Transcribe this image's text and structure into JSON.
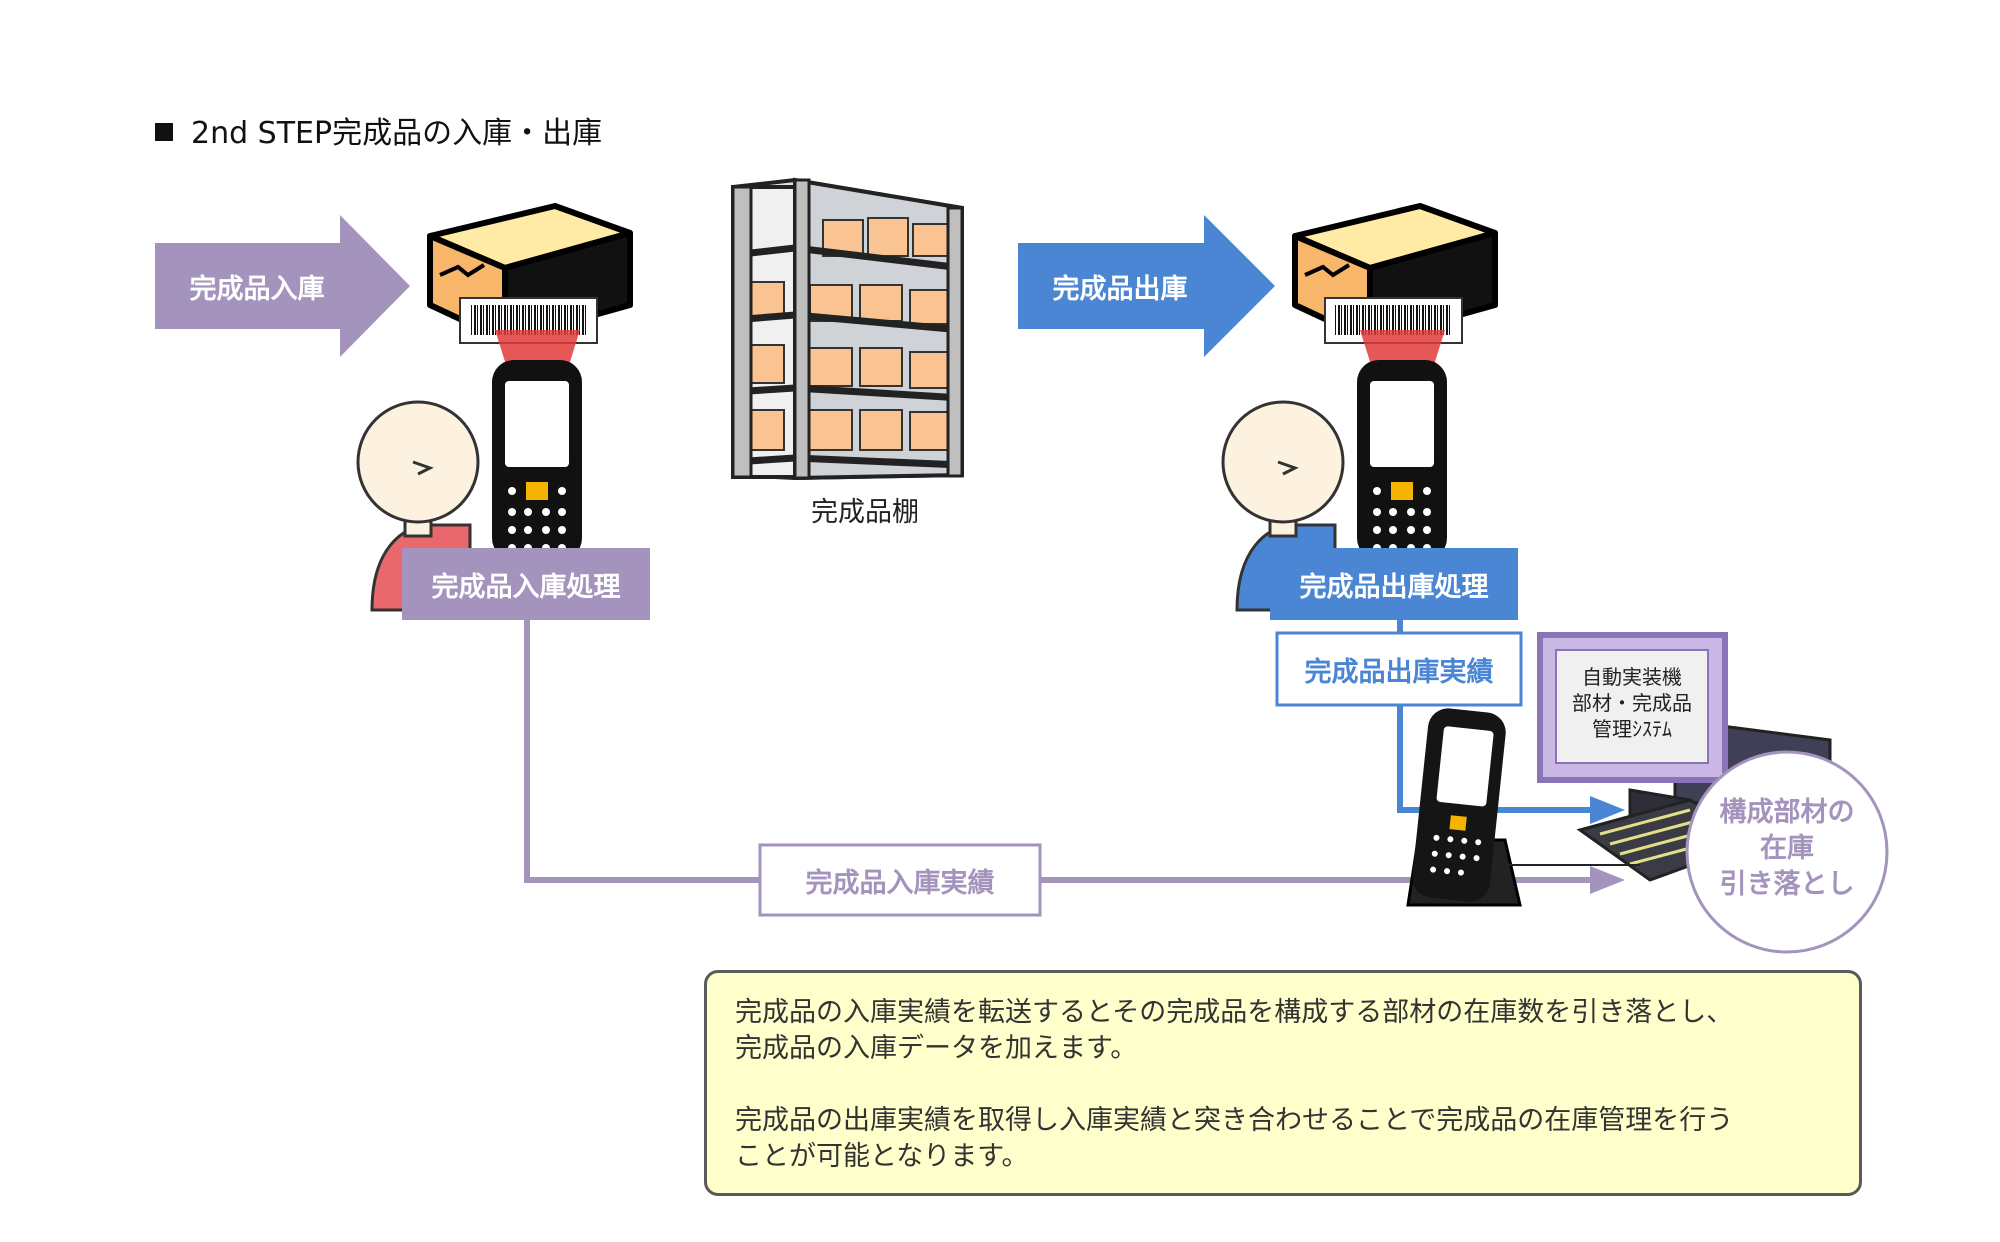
{
  "title": "2nd STEP完成品の入庫・出庫",
  "labels": {
    "receive_arrow": "完成品入庫",
    "ship_arrow": "完成品出庫",
    "shelf": "完成品棚",
    "receive_process": "完成品入庫処理",
    "ship_process": "完成品出庫処理",
    "ship_result": "完成品出庫実績",
    "receive_result": "完成品入庫実績",
    "system_line1": "自動実装機",
    "system_line2": "部材・完成品",
    "system_line3": "管理ｼｽﾃﾑ",
    "deduct_line1": "構成部材の",
    "deduct_line2": "在庫",
    "deduct_line3": "引き落とし"
  },
  "note": {
    "paragraph1_line1": "完成品の入庫実績を転送するとその完成品を構成する部材の在庫数を引き落とし、",
    "paragraph1_line2": "完成品の入庫データを加えます。",
    "paragraph2_line1": "完成品の出庫実績を取得し入庫実績と突き合わせることで完成品の在庫管理を行う",
    "paragraph2_line2": "ことが可能となります。"
  },
  "colors": {
    "purple": "#a393bd",
    "blue": "#4a86d4",
    "red": "#e8686d",
    "box_yellow": "#ffeaa6",
    "carton": "#f9c392",
    "note_bg": "#ffffcc"
  }
}
